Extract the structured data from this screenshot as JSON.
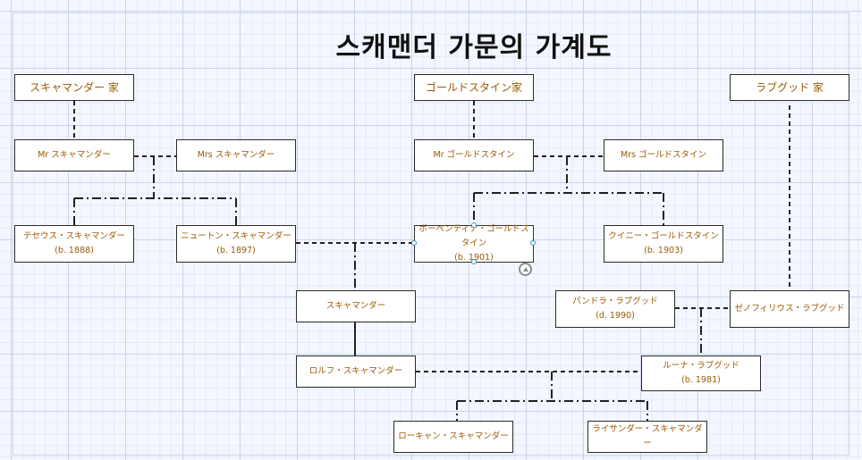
{
  "title": "스캐맨더 가문의 가계도",
  "houses": {
    "scamander": "スキャマンダー 家",
    "goldstein": "ゴールドスタイン家",
    "lovegood": "ラブグッド 家"
  },
  "people": {
    "mr_scamander": {
      "name": "Mr スキャマンダー"
    },
    "mrs_scamander": {
      "name": "Mrs スキャマンダー"
    },
    "mr_goldstein": {
      "name": "Mr ゴールドスタイン"
    },
    "mrs_goldstein": {
      "name": "Mrs ゴールドスタイン"
    },
    "theseus": {
      "name": "テセウス・スキャマンダー",
      "life": "(b. 1888)"
    },
    "newt": {
      "name": "ニュートン・スキャマンダー",
      "life": "(b. 1897)"
    },
    "porpentina": {
      "name": "ポーペンティナ・ゴールドスタイン",
      "life": "(b. 1901)"
    },
    "queenie": {
      "name": "クイニー・ゴールドスタイン",
      "life": "(b. 1903)"
    },
    "scamander_child": {
      "name": "スキャマンダー"
    },
    "pandora": {
      "name": "パンドラ・ラブグッド",
      "life": "(d. 1990)"
    },
    "xenophilius": {
      "name": "ゼノフィリウス・ラブグッド"
    },
    "rolf": {
      "name": "ロルフ・スキャマンダー"
    },
    "luna": {
      "name": "ルーナ・ラブグッド",
      "life": "(b. 1981)"
    },
    "lorcan": {
      "name": "ローキャン・スキャマンダー"
    },
    "lysander": {
      "name": "ライサンダー・スキャマンダー"
    }
  },
  "colors": {
    "text": "#9a5a05",
    "line": "#222222",
    "handle": "#3c8fc4"
  },
  "icons": {
    "collapse": "collapse-up-icon"
  }
}
